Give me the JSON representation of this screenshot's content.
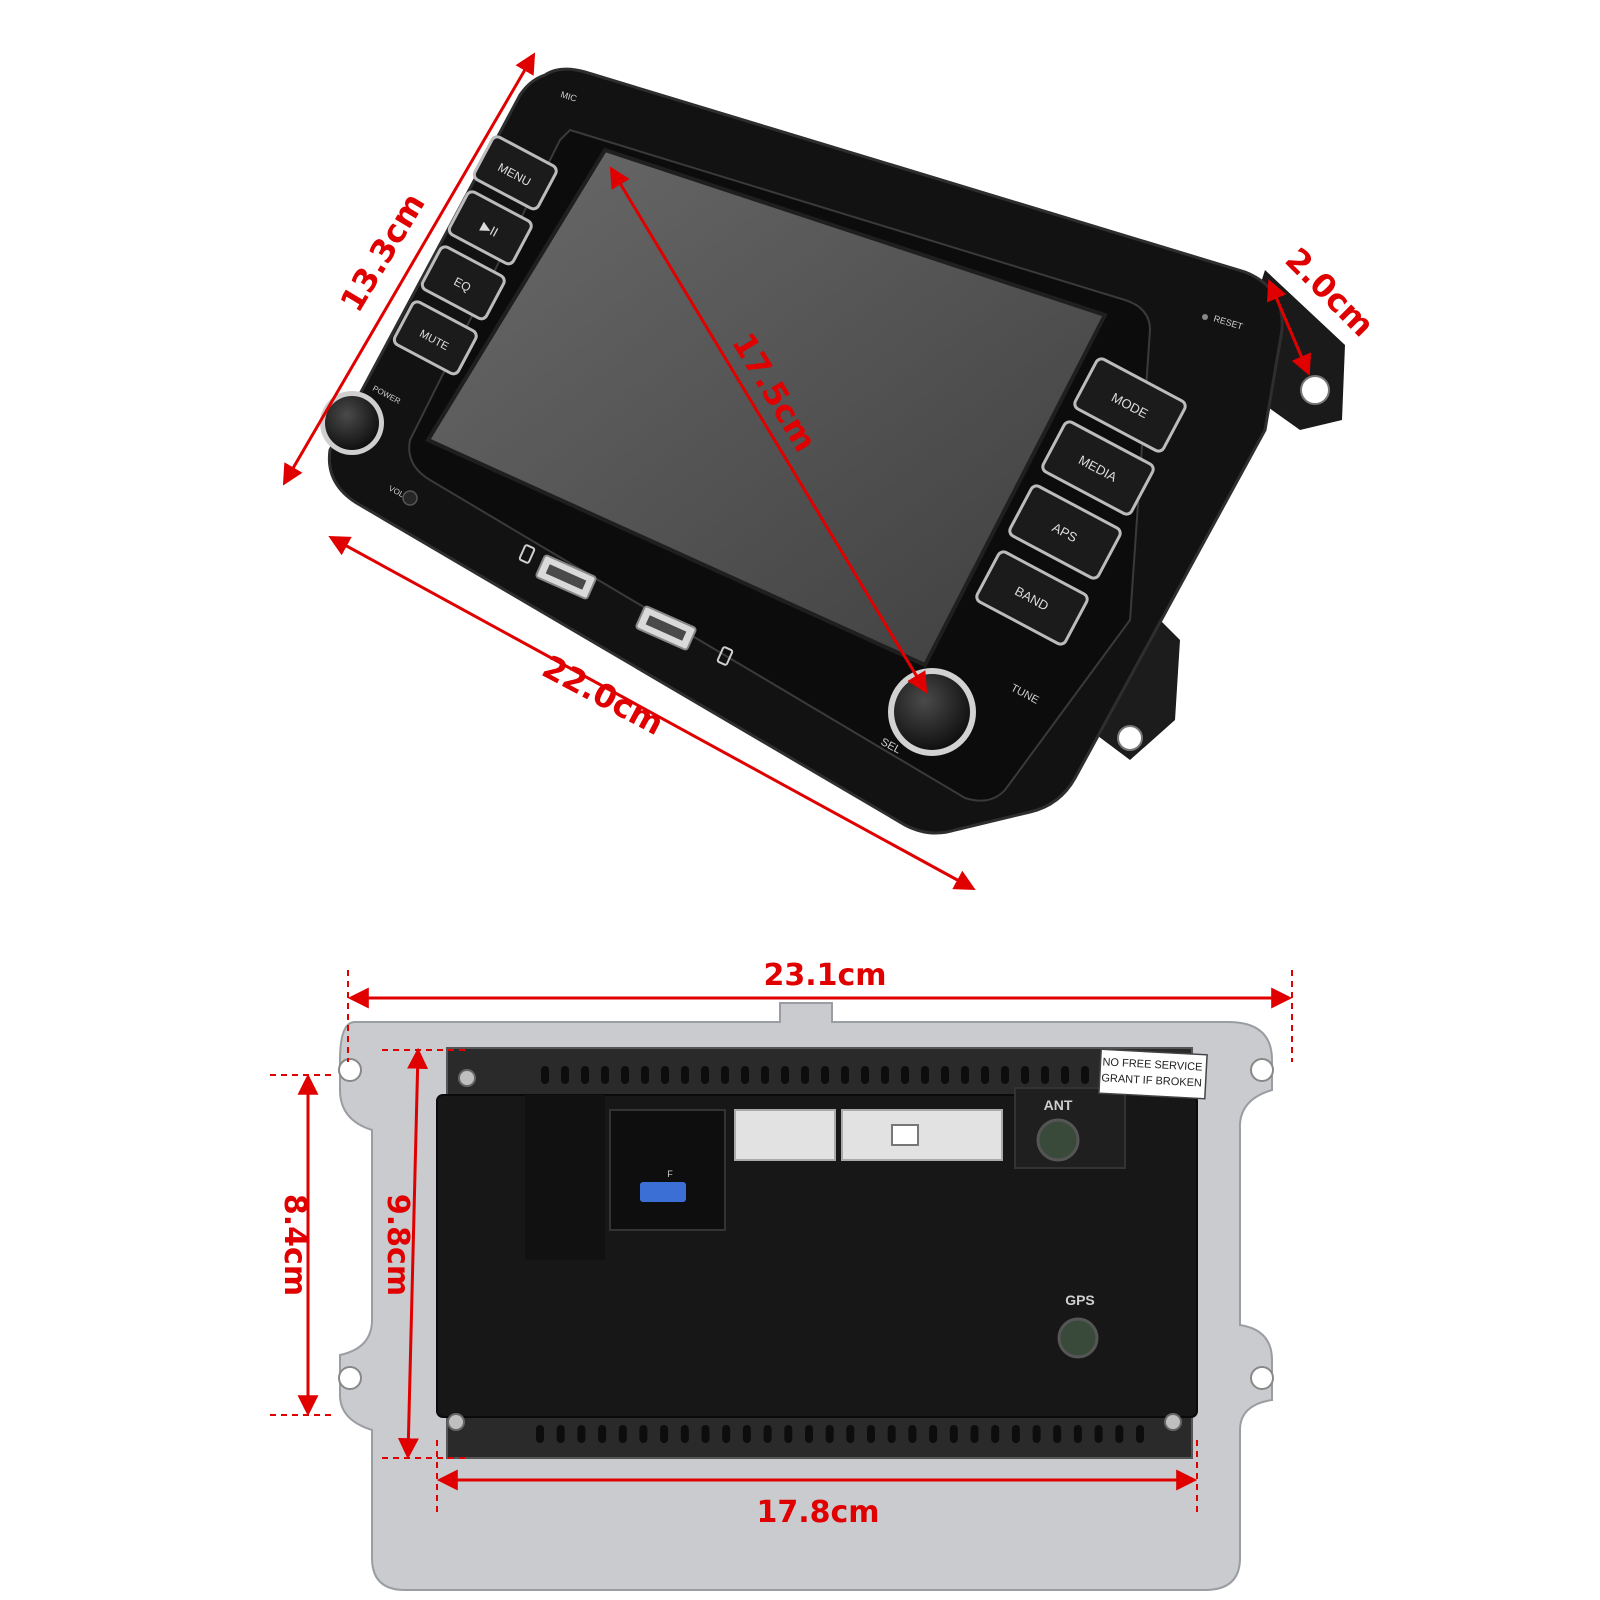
{
  "colors": {
    "dimension": "#e00000",
    "frame": "#121212",
    "screen": "#5a5a5a",
    "chassis": "#c9cbce",
    "module": "#171717"
  },
  "dimensions": {
    "height": "13.3cm",
    "diagonal": "17.5cm",
    "width": "22.0cm",
    "depth": "2.0cm",
    "total_width": "23.1cm",
    "inner_height": "9.8cm",
    "mount_height": "8.4cm",
    "module_width": "17.8cm"
  },
  "front_panel": {
    "mic": "MIC",
    "reset": "RESET",
    "power": "POWER",
    "vol": "VOL",
    "tune": "TUNE",
    "sel": "SEL",
    "left_buttons": [
      "MENU",
      "▶II",
      "EQ",
      "MUTE"
    ],
    "right_buttons": [
      "MODE",
      "MEDIA",
      "APS",
      "BAND"
    ]
  },
  "rear_panel": {
    "warning_line1": "NO FREE SERVICE",
    "warning_line2": "GRANT IF BROKEN",
    "ant": "ANT",
    "gps": "GPS",
    "fuse": "F"
  },
  "icons": [
    "usb-port-icon",
    "charge-icon",
    "knob-icon",
    "screw-icon"
  ]
}
